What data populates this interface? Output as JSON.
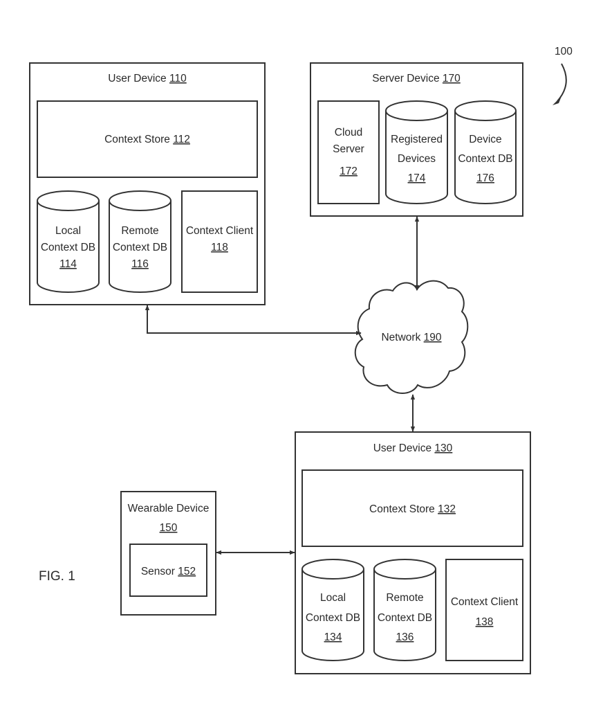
{
  "figure": {
    "label": "FIG. 1",
    "reference": "100"
  },
  "user_device_110": {
    "title": "User Device",
    "ref": "110",
    "context_store": {
      "title": "Context Store",
      "ref": "112"
    },
    "local_db": {
      "lines": [
        "Local",
        "Context DB"
      ],
      "ref": "114"
    },
    "remote_db": {
      "lines": [
        "Remote",
        "Context DB"
      ],
      "ref": "116"
    },
    "context_client": {
      "title": "Context Client",
      "ref": "118"
    }
  },
  "server_device_170": {
    "title": "Server Device",
    "ref": "170",
    "cloud_server": {
      "lines": [
        "Cloud",
        "Server"
      ],
      "ref": "172"
    },
    "registered_devices": {
      "lines": [
        "Registered",
        "Devices"
      ],
      "ref": "174"
    },
    "device_context_db": {
      "lines": [
        "Device",
        "Context DB"
      ],
      "ref": "176"
    }
  },
  "network": {
    "title": "Network",
    "ref": "190"
  },
  "user_device_130": {
    "title": "User Device",
    "ref": "130",
    "context_store": {
      "title": "Context Store",
      "ref": "132"
    },
    "local_db": {
      "lines": [
        "Local",
        "Context DB"
      ],
      "ref": "134"
    },
    "remote_db": {
      "lines": [
        "Remote",
        "Context DB"
      ],
      "ref": "136"
    },
    "context_client": {
      "title": "Context Client",
      "ref": "138"
    }
  },
  "wearable_device": {
    "title": "Wearable Device",
    "ref": "150",
    "sensor": {
      "title": "Sensor",
      "ref": "152"
    }
  },
  "connections": [
    {
      "from": "user_device_110",
      "to": "network",
      "bidirectional": true
    },
    {
      "from": "server_device_170",
      "to": "network",
      "bidirectional": true
    },
    {
      "from": "network",
      "to": "user_device_130",
      "bidirectional": true
    },
    {
      "from": "wearable_device",
      "to": "user_device_130",
      "bidirectional": true
    }
  ]
}
